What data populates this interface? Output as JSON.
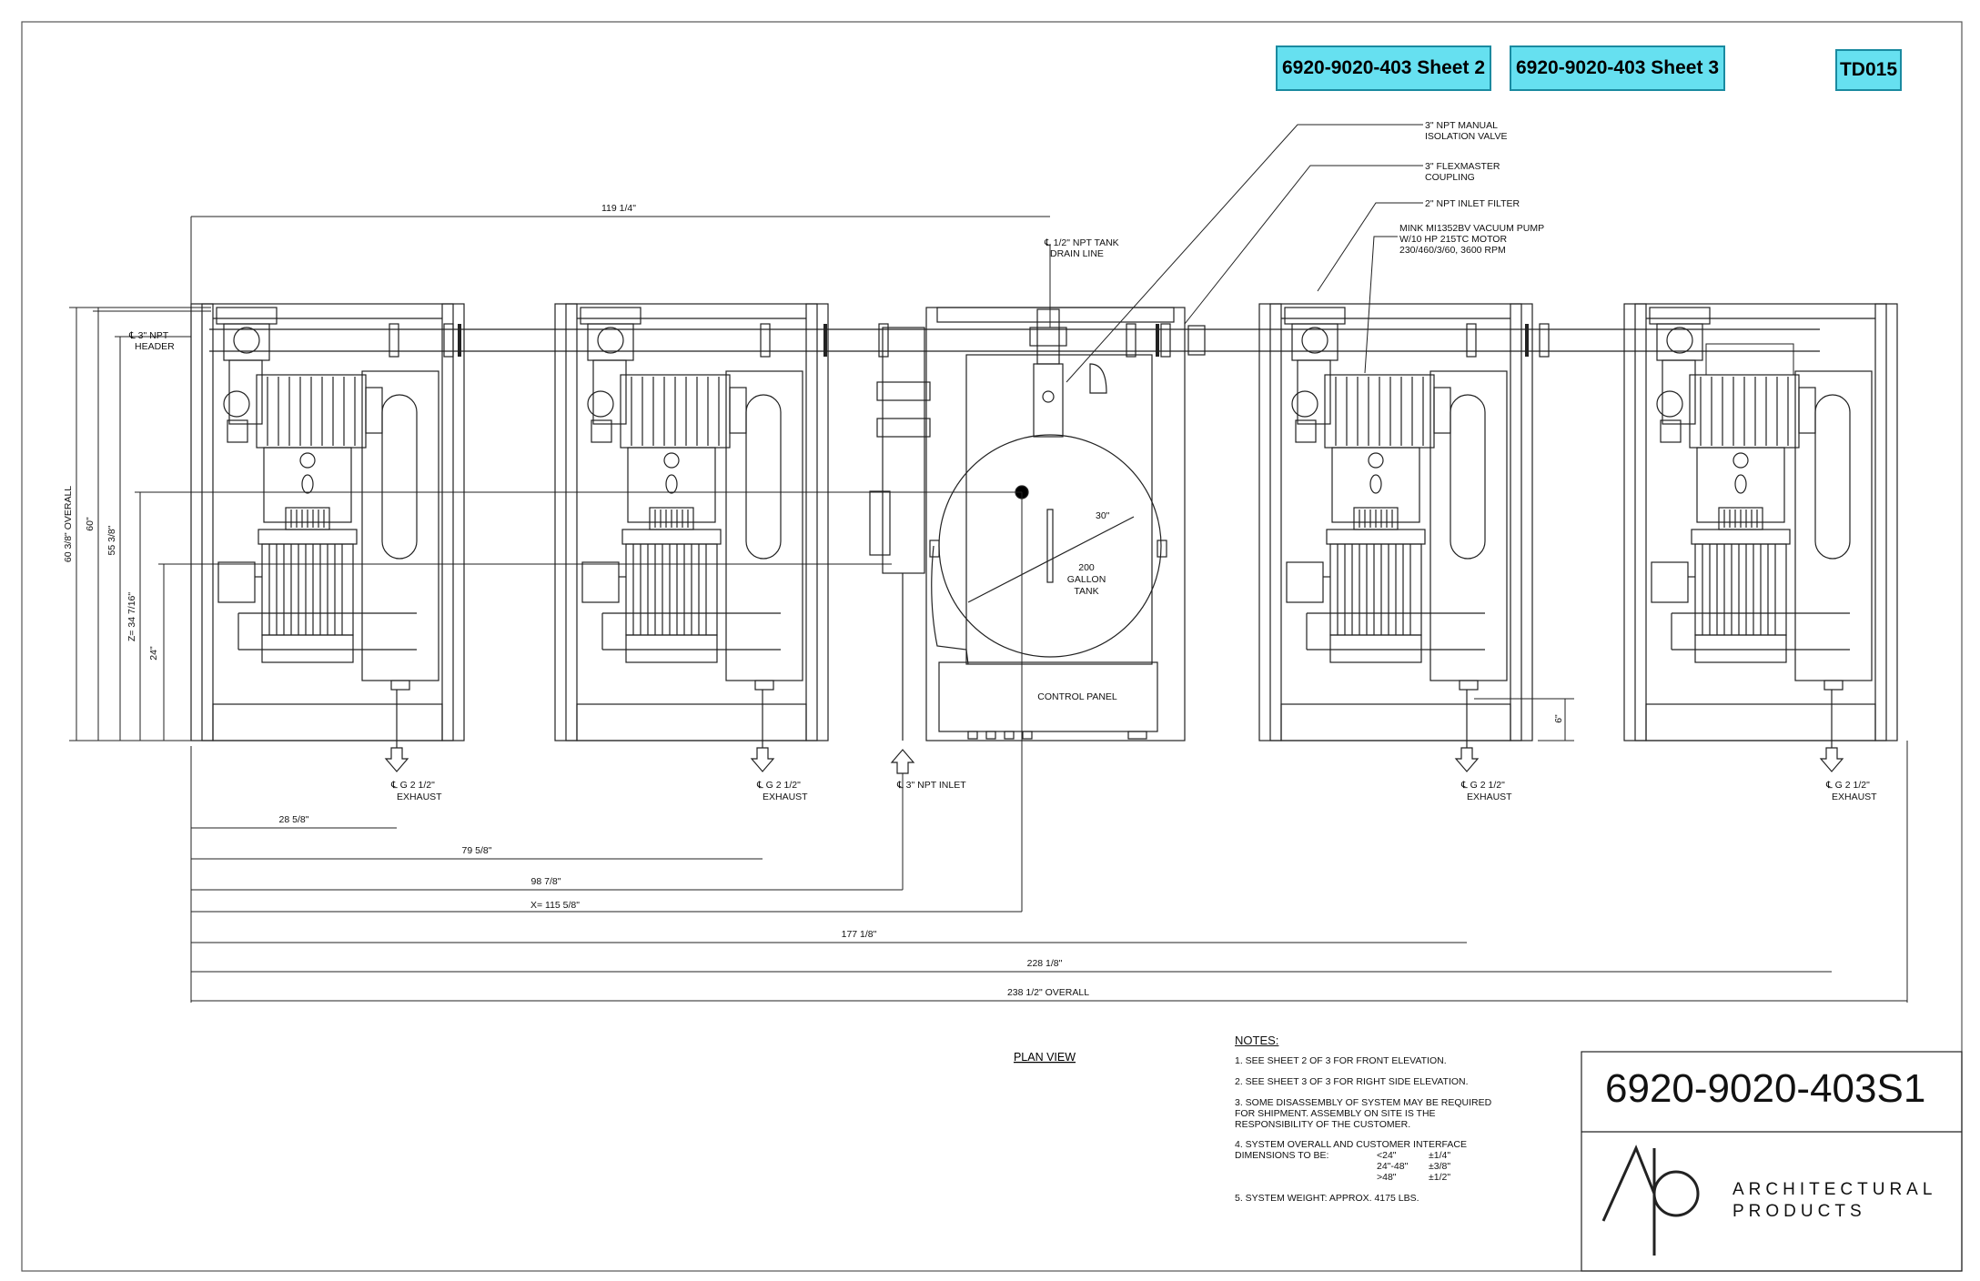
{
  "sheet_links": [
    {
      "label": "6920-9020-403 Sheet 2"
    },
    {
      "label": "6920-9020-403 Sheet 3"
    },
    {
      "label": "TD015"
    }
  ],
  "callouts": {
    "isolation_valve": [
      "3\" NPT MANUAL",
      "ISOLATION VALVE"
    ],
    "coupling": [
      "3\" FLEXMASTER",
      "COUPLING"
    ],
    "inlet_filter": [
      "2\" NPT INLET FILTER"
    ],
    "pump": [
      "MINK MI1352BV VACUUM PUMP",
      "W/10 HP 215TC MOTOR",
      "230/460/3/60, 3600 RPM"
    ],
    "tank_drain": [
      "℄ 1/2\" NPT TANK",
      "DRAIN LINE"
    ],
    "header": [
      "℄ 3\" NPT",
      "HEADER"
    ]
  },
  "tank": {
    "label": [
      "200",
      "GALLON",
      "TANK"
    ],
    "diameter": "30\""
  },
  "control_panel": "CONTROL PANEL",
  "ports": {
    "exhaust": [
      "℄ G 2 1/2\"",
      "EXHAUST"
    ],
    "inlet": "℄ 3\" NPT INLET"
  },
  "dimensions": {
    "top": "119 1/4\"",
    "horizontal": [
      "28 5/8\"",
      "79 5/8\"",
      "98 7/8\"",
      "X= 115 5/8\"",
      "177 1/8\"",
      "228 1/8\"",
      "238 1/2\"  OVERALL"
    ],
    "vertical": [
      "60 3/8\"  OVERALL",
      "60\"",
      "55 3/8\"",
      "Z= 34 7/16\"",
      "24\""
    ],
    "right": "6\""
  },
  "view_title": "PLAN VIEW",
  "notes": {
    "heading": "NOTES:",
    "items": [
      [
        "1.  SEE SHEET 2 OF 3 FOR FRONT ELEVATION."
      ],
      [
        "2.  SEE SHEET 3 OF 3 FOR RIGHT SIDE ELEVATION."
      ],
      [
        "3.  SOME DISASSEMBLY OF SYSTEM MAY BE REQUIRED",
        "     FOR SHIPMENT.  ASSEMBLY ON SITE IS THE",
        "     RESPONSIBILITY OF THE CUSTOMER."
      ],
      [
        "4.  SYSTEM OVERALL AND CUSTOMER INTERFACE",
        "     DIMENSIONS TO BE:"
      ],
      [
        "5.  SYSTEM WEIGHT: APPROX. 4175 LBS."
      ]
    ],
    "tolerances": [
      {
        "range": "<24\"",
        "tol": "±1/4\""
      },
      {
        "range": "24\"-48\"",
        "tol": "±3/8\""
      },
      {
        "range": ">48\"",
        "tol": "±1/2\""
      }
    ]
  },
  "title_block": {
    "drawing_number": "6920-9020-403S1",
    "logo_mark": "Ap",
    "company": [
      "ARCHITECTURAL",
      "PRODUCTS"
    ]
  }
}
